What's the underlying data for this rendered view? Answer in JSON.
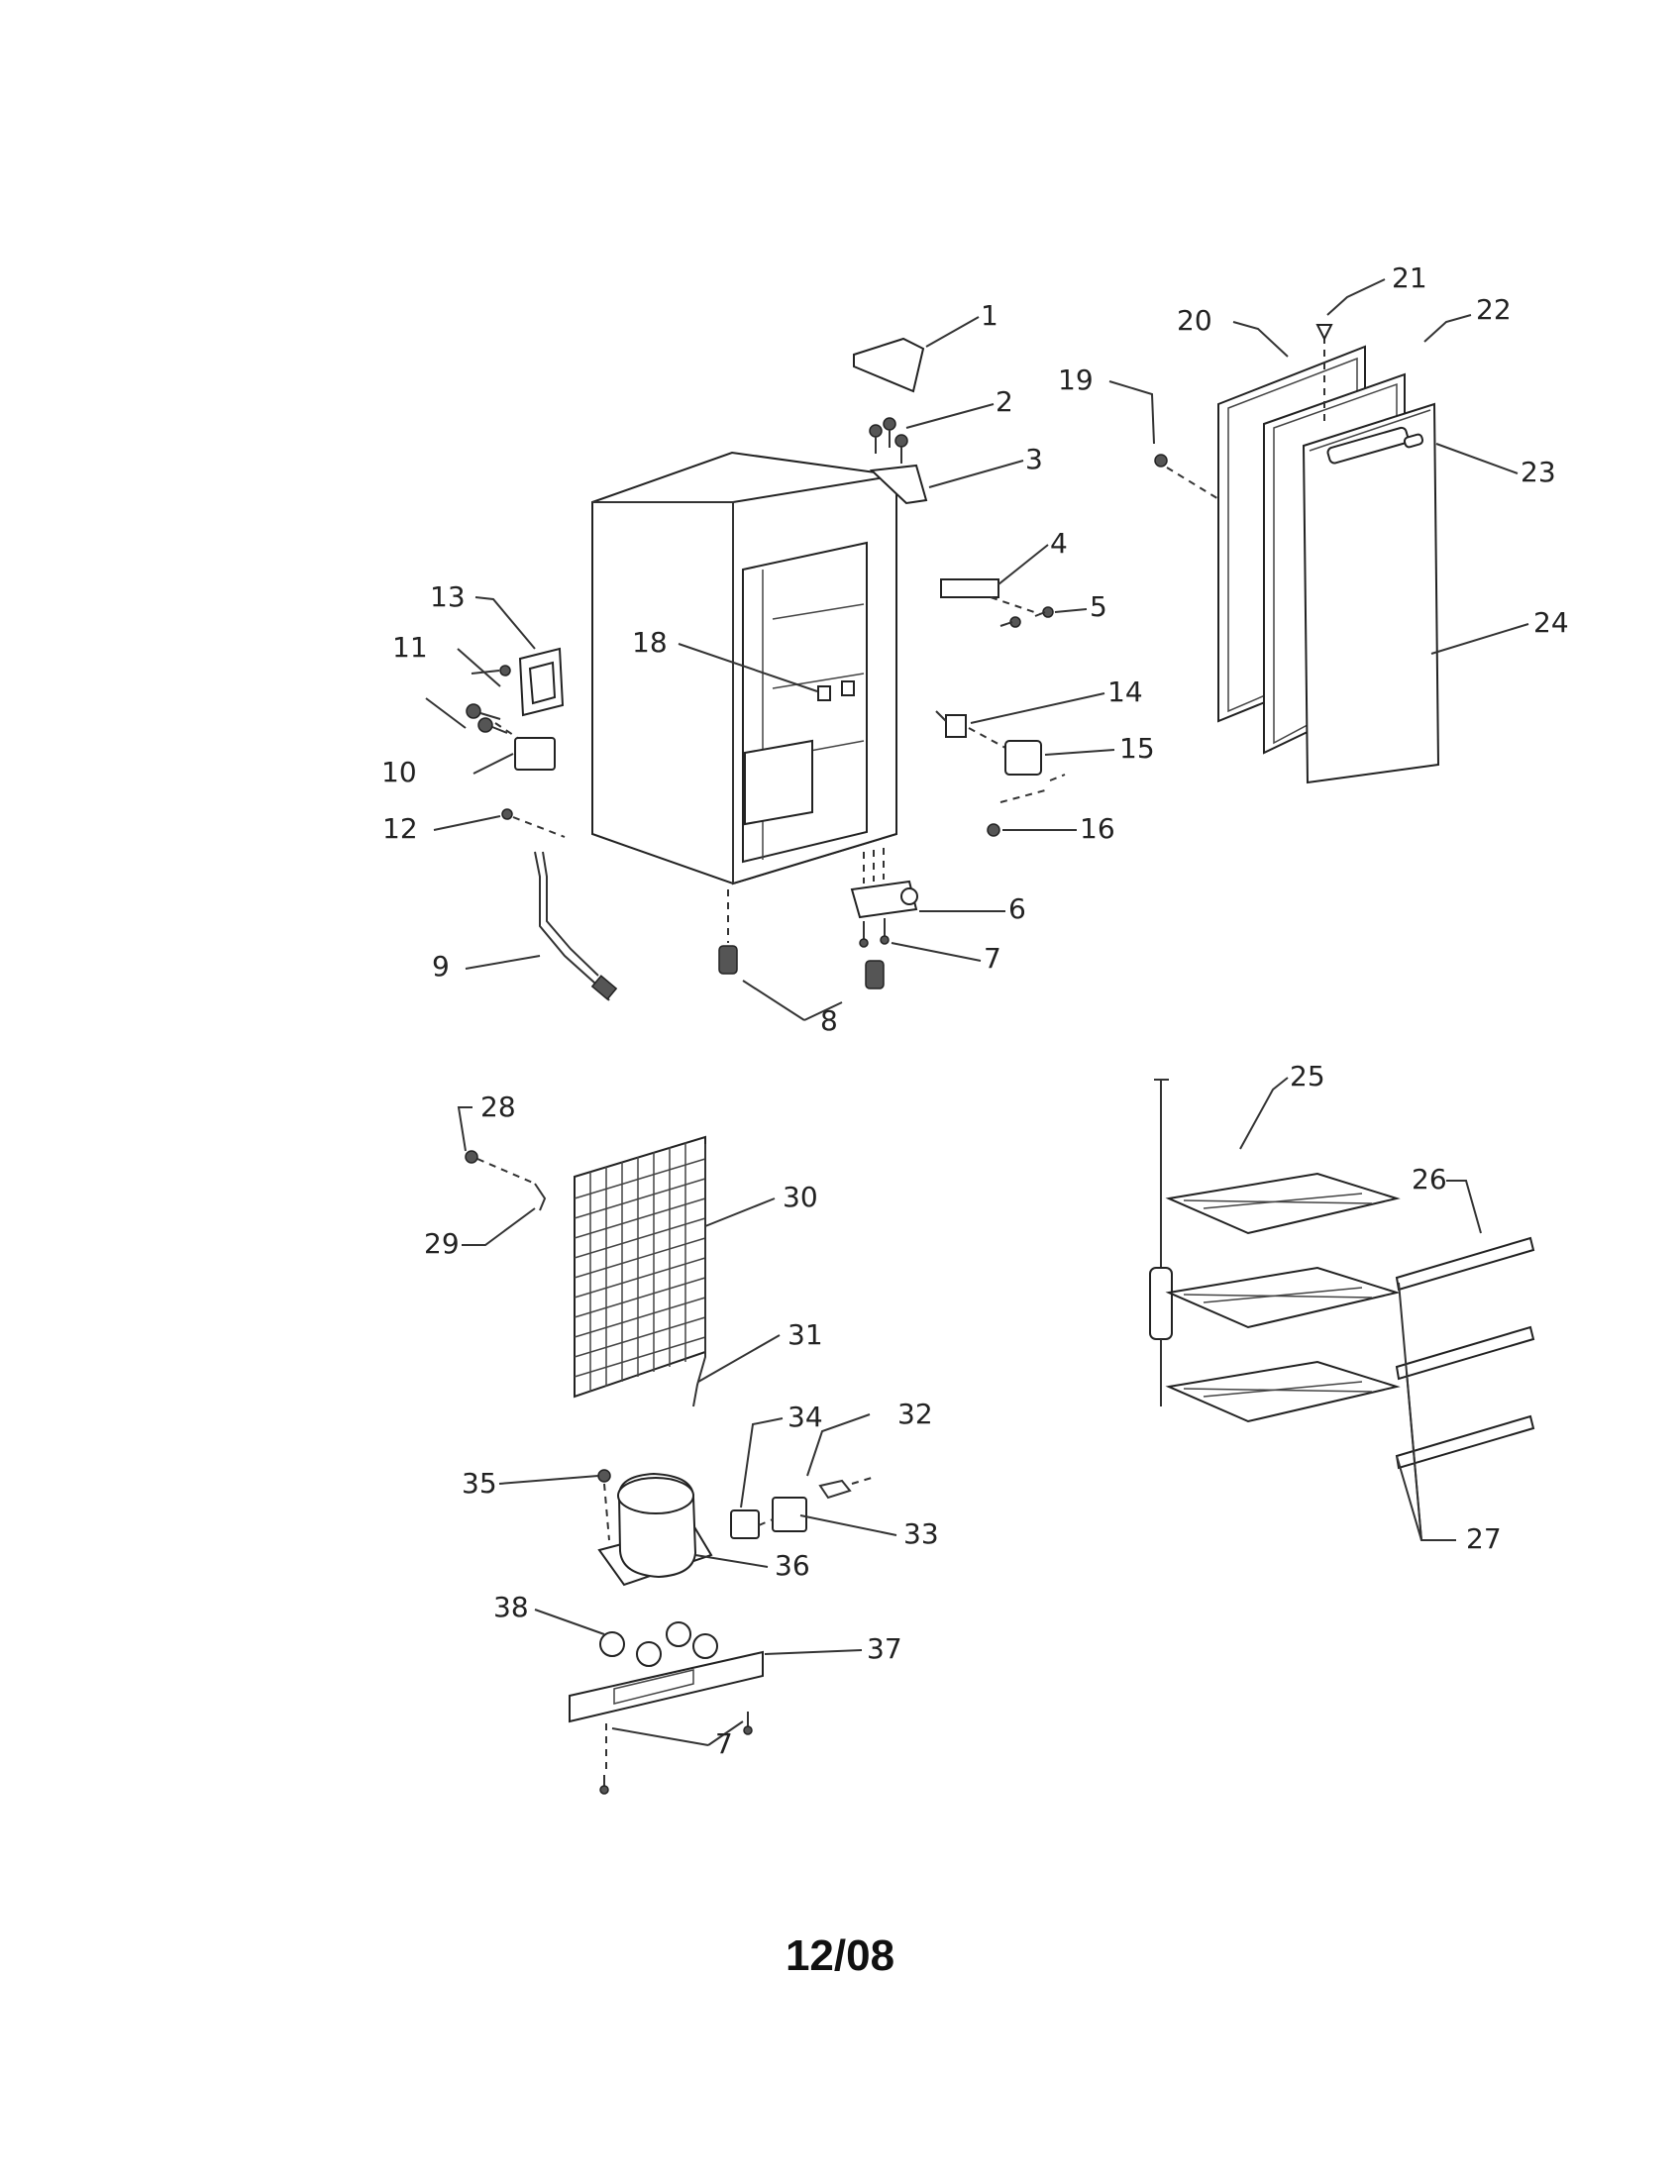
{
  "date_code": "12/08",
  "callouts": [
    {
      "id": "1",
      "label": "1"
    },
    {
      "id": "2",
      "label": "2"
    },
    {
      "id": "3",
      "label": "3"
    },
    {
      "id": "4",
      "label": "4"
    },
    {
      "id": "5",
      "label": "5"
    },
    {
      "id": "6",
      "label": "6"
    },
    {
      "id": "7a",
      "label": "7"
    },
    {
      "id": "8",
      "label": "8"
    },
    {
      "id": "9",
      "label": "9"
    },
    {
      "id": "10",
      "label": "10"
    },
    {
      "id": "11",
      "label": "11"
    },
    {
      "id": "12",
      "label": "12"
    },
    {
      "id": "13",
      "label": "13"
    },
    {
      "id": "14",
      "label": "14"
    },
    {
      "id": "15",
      "label": "15"
    },
    {
      "id": "16",
      "label": "16"
    },
    {
      "id": "18",
      "label": "18"
    },
    {
      "id": "19",
      "label": "19"
    },
    {
      "id": "20",
      "label": "20"
    },
    {
      "id": "21",
      "label": "21"
    },
    {
      "id": "22",
      "label": "22"
    },
    {
      "id": "23",
      "label": "23"
    },
    {
      "id": "24",
      "label": "24"
    },
    {
      "id": "25",
      "label": "25"
    },
    {
      "id": "26",
      "label": "26"
    },
    {
      "id": "27",
      "label": "27"
    },
    {
      "id": "28",
      "label": "28"
    },
    {
      "id": "29",
      "label": "29"
    },
    {
      "id": "30",
      "label": "30"
    },
    {
      "id": "31",
      "label": "31"
    },
    {
      "id": "32",
      "label": "32"
    },
    {
      "id": "33",
      "label": "33"
    },
    {
      "id": "34",
      "label": "34"
    },
    {
      "id": "35",
      "label": "35"
    },
    {
      "id": "36",
      "label": "36"
    },
    {
      "id": "37",
      "label": "37"
    },
    {
      "id": "38",
      "label": "38"
    },
    {
      "id": "7b",
      "label": "7"
    }
  ]
}
